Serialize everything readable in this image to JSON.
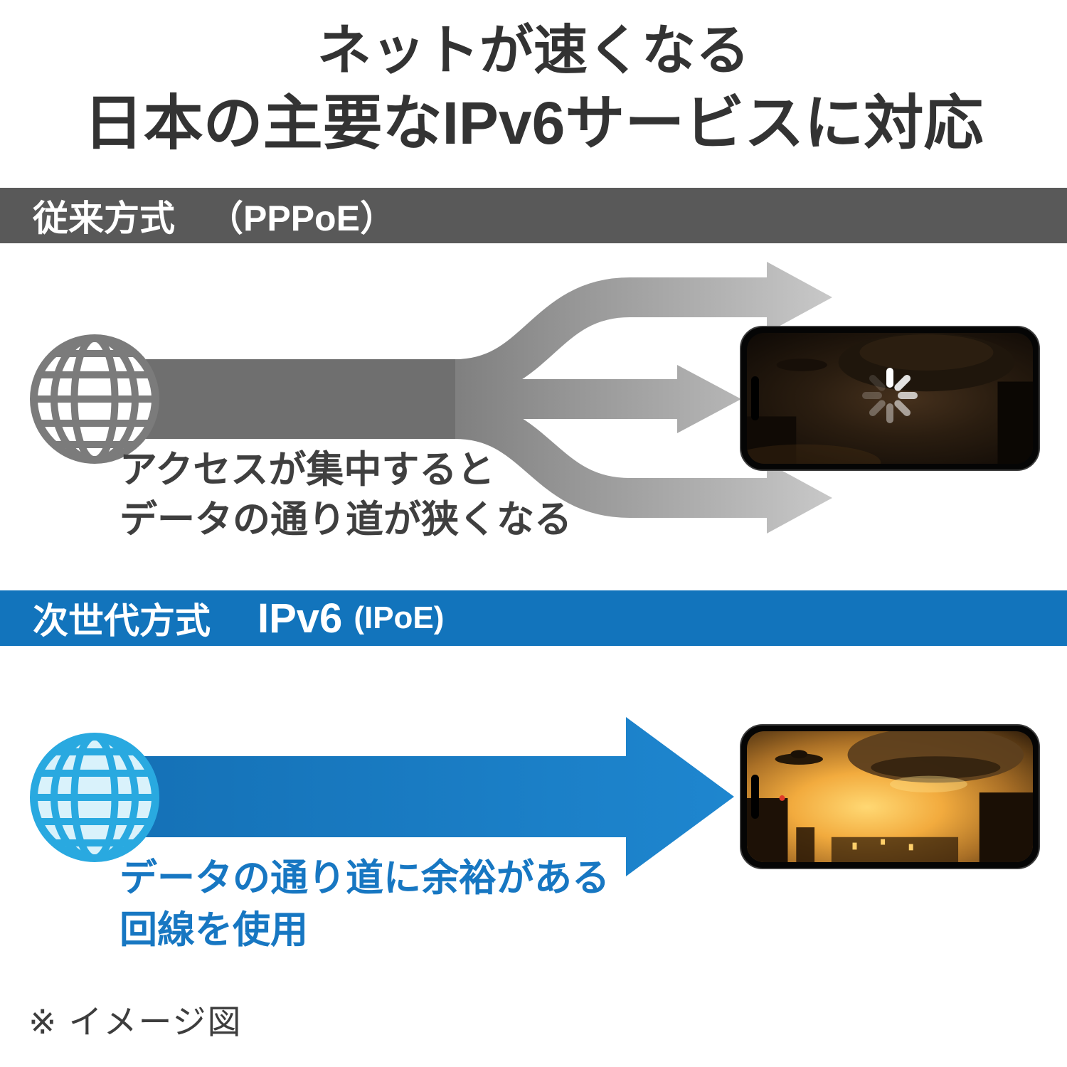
{
  "page": {
    "title_line1": "ネットが速くなる",
    "title_line2": "日本の主要なIPv6サービスに対応",
    "footnote": "※ イメージ図"
  },
  "legacy_section": {
    "banner_label": "従来方式",
    "banner_sub": "（PPPoE）",
    "caption_line1": "アクセスが集中すると",
    "caption_line2": "データの通り道が狭くなる"
  },
  "ipv6_section": {
    "banner_label": "次世代方式",
    "banner_tech": "IPv6",
    "banner_sub": "(IPoE)",
    "caption_line1": "データの通り道に余裕がある",
    "caption_line2": "回線を使用"
  },
  "icons": {
    "legacy_globe": "globe-gray-icon",
    "ipv6_globe": "globe-cyan-icon",
    "spinner": "loading-spinner-icon",
    "legacy_arrows": "split-arrows-graphic",
    "ipv6_arrow": "straight-arrow-graphic"
  },
  "colors": {
    "title_text": "#333333",
    "banner_gray": "#595959",
    "banner_blue": "#1274bc",
    "arrow_gray_dark": "#6f6f6f",
    "arrow_gray_light": "#c8c8c8",
    "arrow_blue_dark": "#1470b5",
    "arrow_blue_light": "#1e86cf",
    "globe_gray": "#7b7b7b",
    "globe_cyan": "#29a9e0",
    "globe_cyan_fill": "#d9f2fb",
    "caption_gray": "#3f3f3f",
    "caption_blue": "#1777c2",
    "footnote_text": "#3d3d3d"
  }
}
